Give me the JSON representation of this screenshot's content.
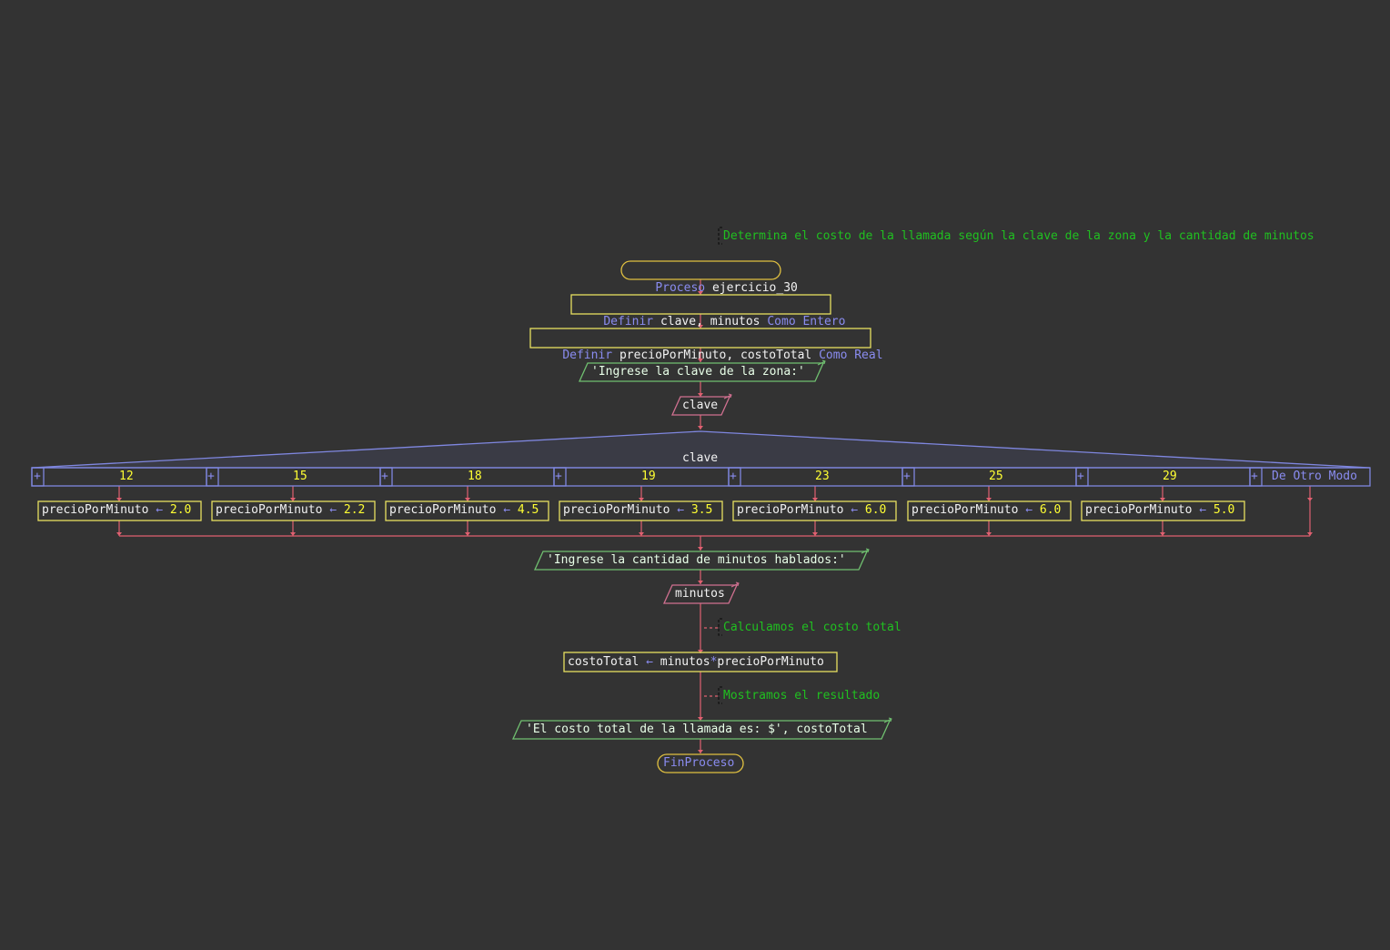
{
  "colors": {
    "background": "#333333",
    "flow_line": "#e06070",
    "keyword": "#8a8cf0",
    "variable": "#f2f2f2",
    "number": "#ffff33",
    "comment": "#20c020",
    "process_border": "#e0c040",
    "assign_border": "#e8e060",
    "output_border": "#70c070",
    "input_border": "#d07090",
    "switch_border": "#7f87e0"
  },
  "comment_top": "Determina el costo de la llamada según la clave de la zona y la cantidad de minutos",
  "start": {
    "keyword": "Proceso",
    "name": "ejercicio_30"
  },
  "define1": {
    "keyword": "Definir",
    "vars": "clave, minutos",
    "type_keyword": "Como Entero"
  },
  "define2": {
    "keyword": "Definir",
    "vars": "precioPorMinuto, costoTotal",
    "type_keyword": "Como Real"
  },
  "output1": {
    "text": "'Ingrese la clave de la zona:'"
  },
  "input1": {
    "var": "clave"
  },
  "switch": {
    "variable": "clave",
    "plus_symbol": "+",
    "cases": [
      {
        "label": "12",
        "var": "precioPorMinuto",
        "arrow": "←",
        "value": "2.0"
      },
      {
        "label": "15",
        "var": "precioPorMinuto",
        "arrow": "←",
        "value": "2.2"
      },
      {
        "label": "18",
        "var": "precioPorMinuto",
        "arrow": "←",
        "value": "4.5"
      },
      {
        "label": "19",
        "var": "precioPorMinuto",
        "arrow": "←",
        "value": "3.5"
      },
      {
        "label": "23",
        "var": "precioPorMinuto",
        "arrow": "←",
        "value": "6.0"
      },
      {
        "label": "25",
        "var": "precioPorMinuto",
        "arrow": "←",
        "value": "6.0"
      },
      {
        "label": "29",
        "var": "precioPorMinuto",
        "arrow": "←",
        "value": "5.0"
      }
    ],
    "default_label": "De Otro Modo"
  },
  "output2": {
    "text": "'Ingrese la cantidad de minutos hablados:'"
  },
  "input2": {
    "var": "minutos"
  },
  "comment2": "Calculamos el costo total",
  "assign_total": {
    "var": "costoTotal",
    "arrow": "←",
    "expr_a": "minutos",
    "op": "*",
    "expr_b": "precioPorMinuto"
  },
  "comment3": "Mostramos el resultado",
  "output3": {
    "text": "'El costo total de la llamada es: $', costoTotal"
  },
  "end": {
    "keyword": "FinProceso"
  }
}
